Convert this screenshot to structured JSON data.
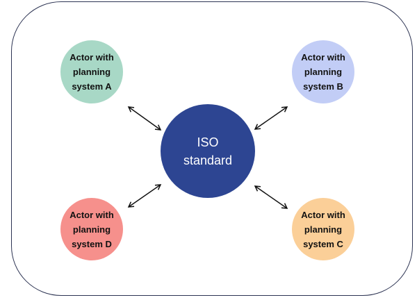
{
  "center": {
    "line1": "ISO",
    "line2": "standard",
    "color": "#2d4592"
  },
  "actors": [
    {
      "id": "A",
      "label": "Actor with\nplanning\nsystem A",
      "color": "#a8d8c6"
    },
    {
      "id": "B",
      "label": "Actor with\nplanning\nsystem B",
      "color": "#c2cdf6"
    },
    {
      "id": "C",
      "label": "Actor with\nplanning\nsystem C",
      "color": "#fbcf98"
    },
    {
      "id": "D",
      "label": "Actor with\nplanning\nsystem D",
      "color": "#f6908c"
    }
  ]
}
